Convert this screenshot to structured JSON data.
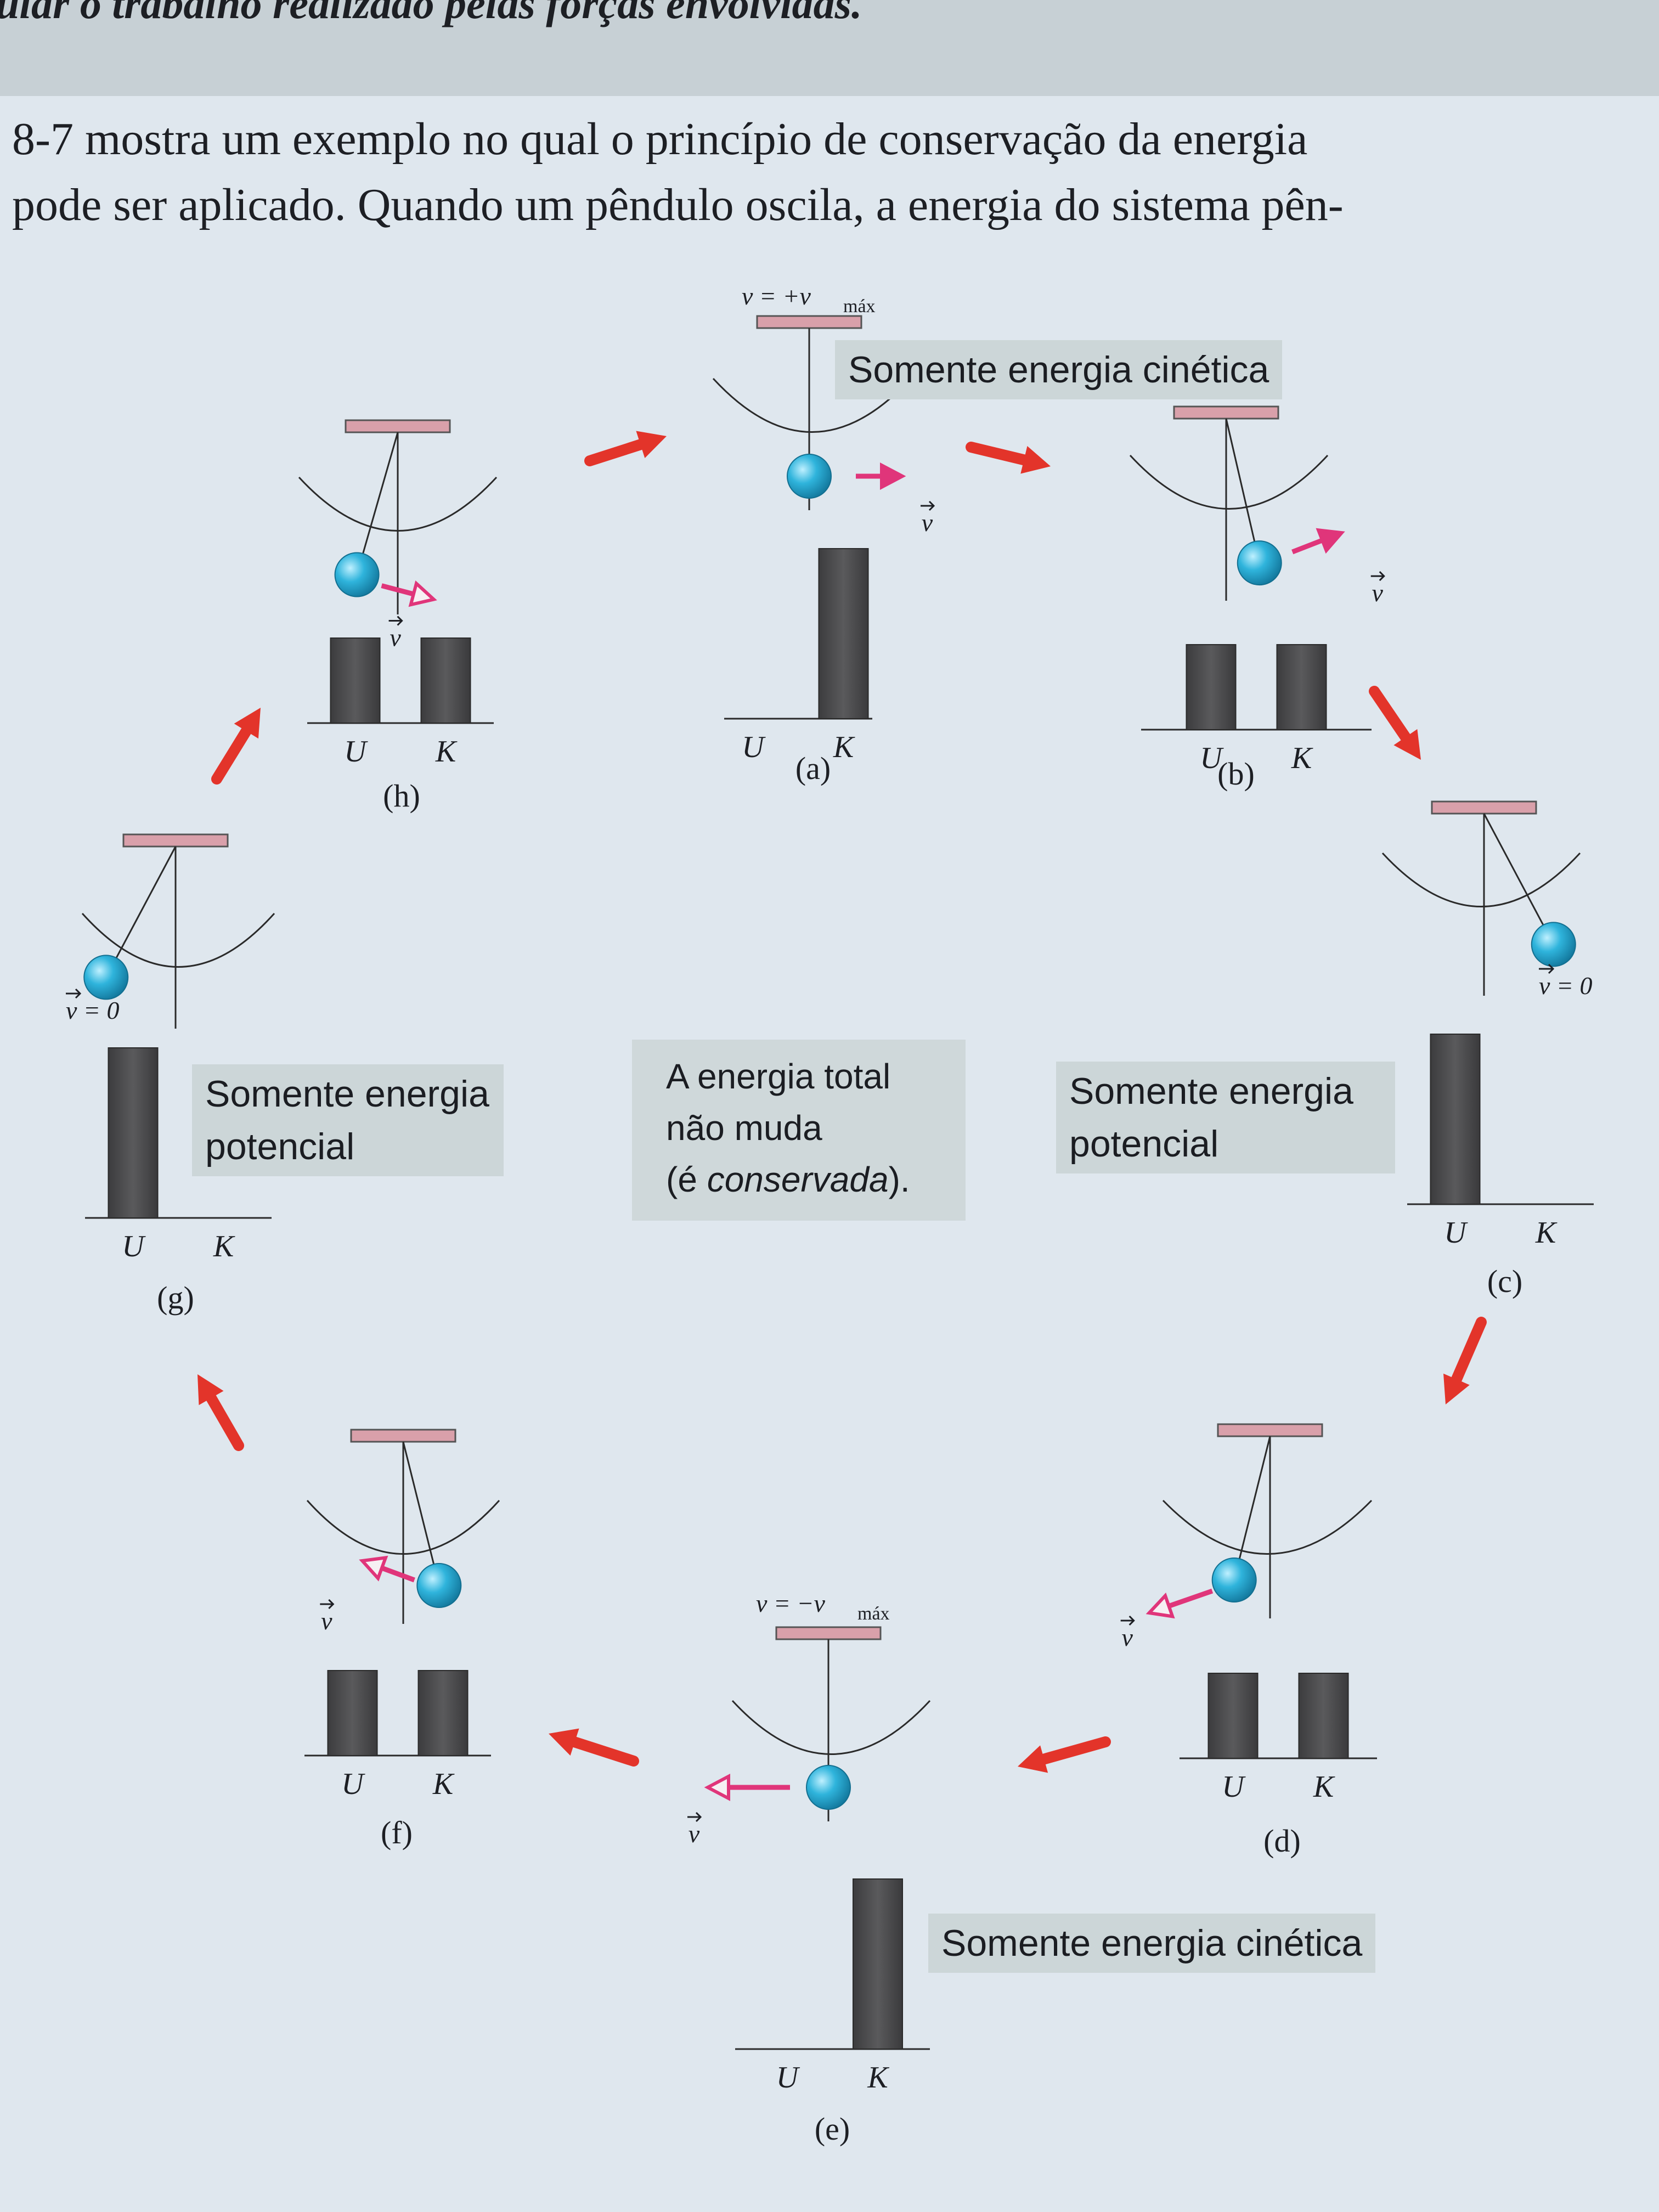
{
  "header": {
    "top_line": "ular o trabalho realizado pelas forças envolvidas.",
    "line1": "8-7 mostra um exemplo no qual o princípio de conservação da energia",
    "line2": "pode ser aplicado. Quando um pêndulo oscila, a energia do sistema pên-"
  },
  "labels": {
    "kinetic_a": "Somente energia cinética",
    "kinetic_e": "Somente energia cinética",
    "potential_g": "Somente energia\npotencial",
    "potential_c": "Somente energia\npotencial",
    "center_line1": "A energia total",
    "center_line2": "não muda",
    "center_line3_pre": "(é ",
    "center_line3_it": "conservada",
    "center_line3_post": ")."
  },
  "bar_axis": {
    "u": "U",
    "k": "K"
  },
  "vel_max_pos": "v = +v",
  "vel_max_neg": "v = −v",
  "vel_sub": "máx",
  "vel_zero": "v = 0",
  "vec_v": "v",
  "colors": {
    "bar": "#4a4a4c",
    "ball": "#29a9d1",
    "vector": "#e0357a",
    "arrow": "#e3342a",
    "ceiling": "#d9a0aa"
  },
  "panels": [
    {
      "id": "a",
      "caption": "(a)",
      "U": 0.0,
      "K": 1.0,
      "velocity": "+vmax"
    },
    {
      "id": "b",
      "caption": "(b)",
      "U": 0.5,
      "K": 0.5,
      "velocity": "right"
    },
    {
      "id": "c",
      "caption": "(c)",
      "U": 1.0,
      "K": 0.0,
      "velocity": "0"
    },
    {
      "id": "d",
      "caption": "(d)",
      "U": 0.5,
      "K": 0.5,
      "velocity": "left"
    },
    {
      "id": "e",
      "caption": "(e)",
      "U": 0.0,
      "K": 1.0,
      "velocity": "-vmax"
    },
    {
      "id": "f",
      "caption": "(f)",
      "U": 0.5,
      "K": 0.5,
      "velocity": "left"
    },
    {
      "id": "g",
      "caption": "(g)",
      "U": 1.0,
      "K": 0.0,
      "velocity": "0"
    },
    {
      "id": "h",
      "caption": "(h)",
      "U": 0.5,
      "K": 0.5,
      "velocity": "right"
    }
  ]
}
